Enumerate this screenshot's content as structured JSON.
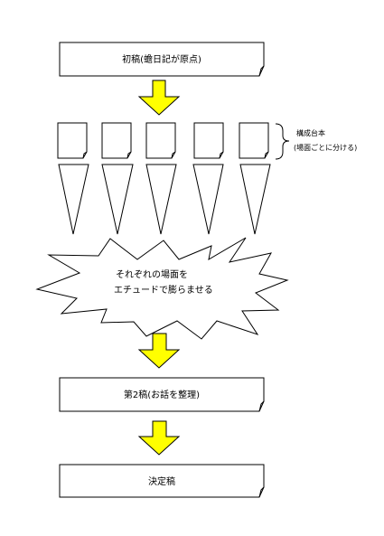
{
  "flow": {
    "first_draft_label": "初稿(蟾日記が原点)",
    "script_note_title": "構成台本",
    "script_note_sub": "(場面ごとに分ける)",
    "burst_line1": "それぞれの場面を",
    "burst_line2": "エチュードで膨らませる",
    "second_draft_label": "第2稿(お話を整理)",
    "final_draft_label": "決定稿"
  },
  "colors": {
    "arrow_fill": "#ffff00",
    "outline": "#000000",
    "paper": "#ffffff"
  }
}
